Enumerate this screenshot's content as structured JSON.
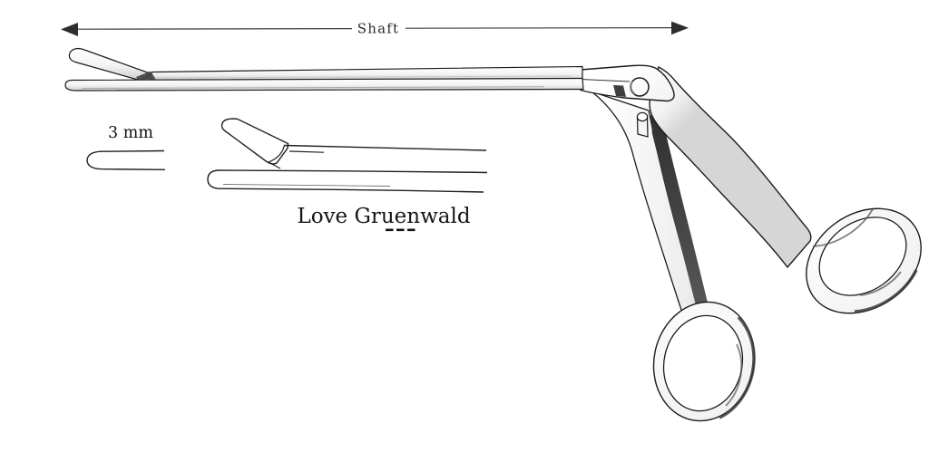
{
  "canvas": {
    "background": "#ffffff"
  },
  "diagram": {
    "labels": {
      "shaft": "Shaft",
      "tip_size": "3 mm",
      "instrument_name": "Love Gruenwald"
    },
    "dimension_arrow": {
      "style": "double-headed",
      "measures": "shaft length"
    },
    "colors": {
      "outline": "#1b1b1b",
      "arrow": "#2d2d2d",
      "shading_dark": "#3f3f3f",
      "metal_light": "#f4f4f4",
      "background": "#ffffff"
    }
  }
}
